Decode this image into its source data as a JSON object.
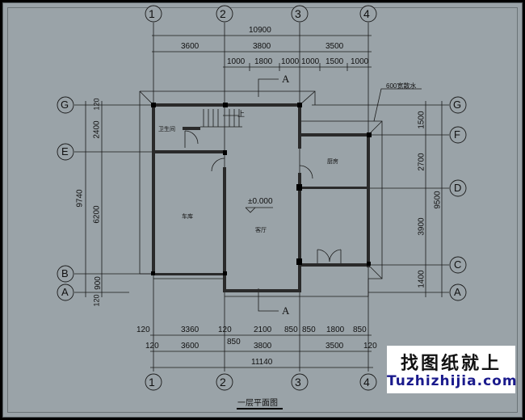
{
  "drawing": {
    "title": "一层平面图",
    "elevation_mark": "±0.000",
    "section_mark": "A",
    "apron_note": "600宽散水"
  },
  "axes": {
    "vertical": [
      "1",
      "2",
      "3",
      "4"
    ],
    "horizontal_left": [
      "G",
      "E",
      "B",
      "A"
    ],
    "horizontal_right": [
      "G",
      "F",
      "D",
      "C",
      "A"
    ]
  },
  "dims_top": {
    "total": "10900",
    "bays": [
      "3600",
      "3800",
      "3500"
    ],
    "details": [
      "1000",
      "1800",
      "1000",
      "1000",
      "1500",
      "1000"
    ]
  },
  "dims_bottom": {
    "details": [
      "120",
      "3360",
      "120",
      "850",
      "2100",
      "850",
      "850",
      "1800",
      "850"
    ],
    "bays": [
      "120",
      "3600",
      "3800",
      "3500",
      "120"
    ],
    "total": "11140"
  },
  "dims_left": {
    "total": "9740",
    "segments": [
      "120",
      "2400",
      "6200",
      "900",
      "120"
    ]
  },
  "dims_right": {
    "total": "9500",
    "segments": [
      "1500",
      "2700",
      "3900",
      "1400"
    ]
  },
  "rooms": {
    "bathroom": "卫生间",
    "garage": "车库",
    "living": "客厅",
    "kitchen": "厨房",
    "stair_up": "上"
  },
  "watermark": {
    "cn": "找图纸就上",
    "en": "Tuzhizhijia.com"
  }
}
